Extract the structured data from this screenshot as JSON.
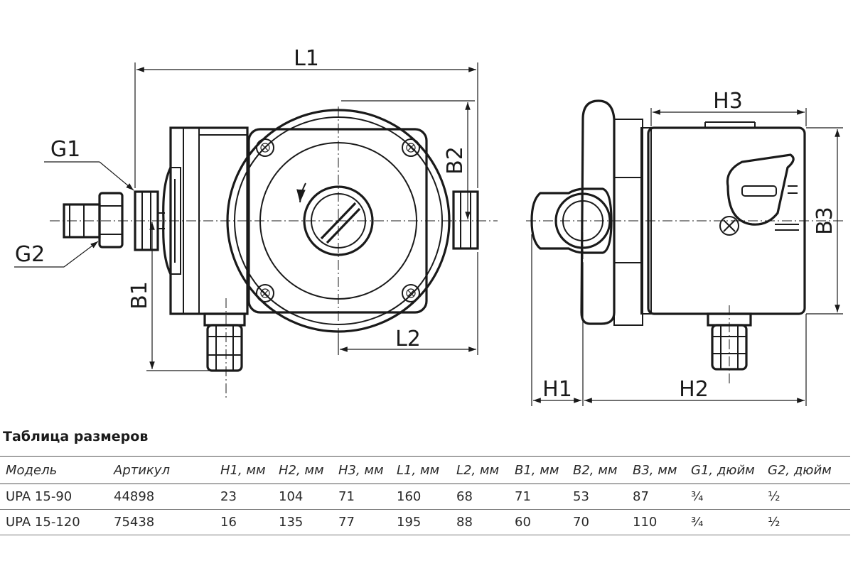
{
  "diagram": {
    "labels": {
      "l1": "L1",
      "l2": "L2",
      "b1": "B1",
      "b2": "B2",
      "b3": "B3",
      "g1": "G1",
      "g2": "G2",
      "h1": "H1",
      "h2": "H2",
      "h3": "H3"
    }
  },
  "table": {
    "title": "Таблица размеров",
    "headers": [
      "Модель",
      "Артикул",
      "H1, мм",
      "H2, мм",
      "H3, мм",
      "L1, мм",
      "L2, мм",
      "B1, мм",
      "B2, мм",
      "B3, мм",
      "G1, дюйм",
      "G2, дюйм"
    ],
    "rows": [
      [
        "UPA 15-90",
        "44898",
        "23",
        "104",
        "71",
        "160",
        "68",
        "71",
        "53",
        "87",
        "¾",
        "½"
      ],
      [
        "UPA 15-120",
        "75438",
        "16",
        "135",
        "77",
        "195",
        "88",
        "60",
        "70",
        "110",
        "¾",
        "½"
      ]
    ]
  }
}
